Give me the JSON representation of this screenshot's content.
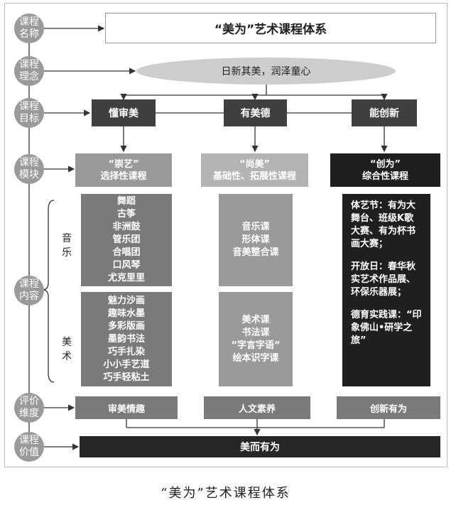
{
  "title": "“美为”艺术课程体系",
  "row_labels": {
    "name": "课程名称",
    "idea": "课程理念",
    "goal": "课程目标",
    "module": "课程模块",
    "content": "课程内容",
    "evaluation": "评价维度",
    "value": "课程价值"
  },
  "idea": "日新其美，润泽童心",
  "goals": [
    "懂审美",
    "有美德",
    "能创新"
  ],
  "modules": [
    {
      "line1": "“崇艺”",
      "line2": "选择性课程"
    },
    {
      "line1": "“尚美”",
      "line2": "基础性、拓展性课程"
    },
    {
      "line1": "“创为”",
      "line2": "综合性课程"
    }
  ],
  "content": {
    "music_label": "音乐",
    "art_label": "美术",
    "music_elective": [
      "舞蹈",
      "古筝",
      "非洲鼓",
      "管乐团",
      "合唱团",
      "口风琴",
      "尤克里里"
    ],
    "art_elective": [
      "魅力沙画",
      "趣味水墨",
      "多彩版画",
      "墨韵书法",
      "巧手扎染",
      "小小手艺道",
      "巧手轻粘土"
    ],
    "music_basic": [
      "音乐课",
      "形体课",
      "音美整合课"
    ],
    "art_basic": [
      "美术课",
      "书法课",
      "“字言字语“",
      "绘本识字课"
    ],
    "integrated": [
      "体艺节：有为大舞台、班级K歌大赛、有为杯书画大赛；",
      "开放日：春华秋实艺术作品展、环保乐器展；",
      "德育实践课：“印象佛山•研学之旅”"
    ]
  },
  "evaluation": [
    "审美情趣",
    "人文素养",
    "创新有为"
  ],
  "value": "美而有为",
  "caption": "“美为”艺术课程体系",
  "colors": {
    "bubble": "#9a9a9a",
    "dark": "#3f3f3f",
    "light_module": "#9a9a9a",
    "mid": "#7a7a7a",
    "ellipse": "#cdcdcd"
  }
}
